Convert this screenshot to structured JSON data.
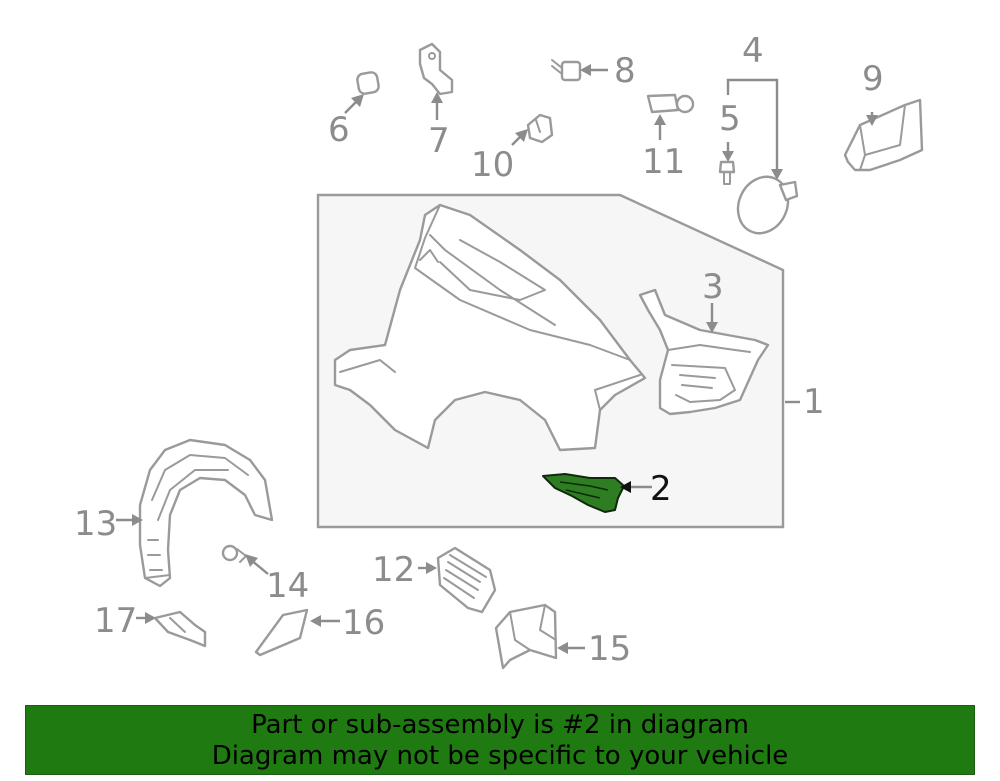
{
  "colors": {
    "highlight_part": "#2f7d23",
    "footer_background": "#1f7a12",
    "line_gray": "#9a9a9a",
    "panel_fill": "#f6f6f6"
  },
  "callouts": {
    "c1": "1",
    "c2": "2",
    "c3": "3",
    "c4": "4",
    "c5": "5",
    "c6": "6",
    "c7": "7",
    "c8": "8",
    "c9": "9",
    "c10": "10",
    "c11": "11",
    "c12": "12",
    "c13": "13",
    "c14": "14",
    "c15": "15",
    "c16": "16",
    "c17": "17"
  },
  "footer": {
    "line1": "Part or sub-assembly is #2 in diagram",
    "line2": "Diagram may not be specific to your vehicle"
  }
}
